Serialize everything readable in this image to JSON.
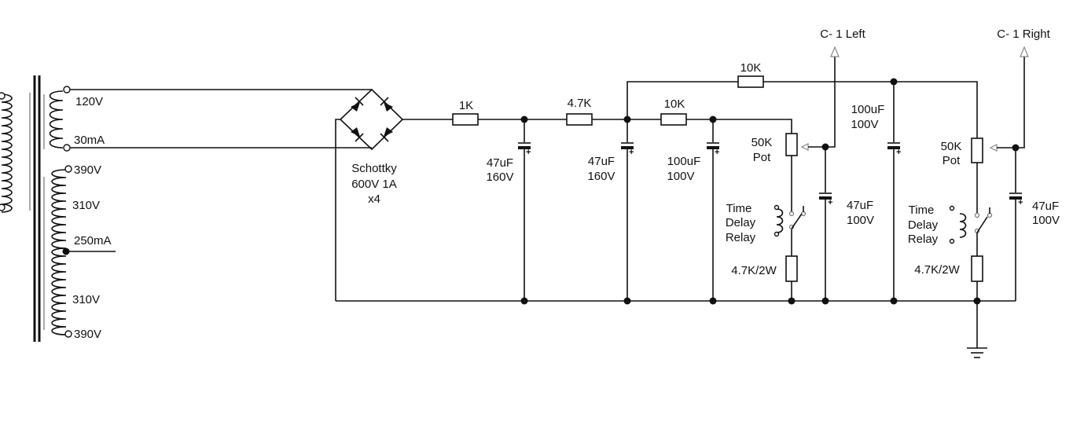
{
  "transformer": {
    "secondary_top": {
      "voltage": "120V",
      "current": "30mA"
    },
    "secondary_main": {
      "tap1": "390V",
      "tap2": "310V",
      "center": "250mA",
      "tap3": "310V",
      "tap4": "390V"
    }
  },
  "rectifier": {
    "line1": "Schottky",
    "line2": "600V 1A",
    "line3": "x4"
  },
  "resistors": {
    "r1": "1K",
    "r2": "4.7K",
    "r3": "10K",
    "r4": "10K"
  },
  "capacitors": {
    "c1": {
      "value": "47uF",
      "voltage": "160V"
    },
    "c2": {
      "value": "47uF",
      "voltage": "160V"
    },
    "c3": {
      "value": "100uF",
      "voltage": "100V"
    },
    "c4": {
      "value": "47uF",
      "voltage": "100V"
    },
    "c5": {
      "value": "100uF",
      "voltage": "100V"
    },
    "c6": {
      "value": "47uF",
      "voltage": "100V"
    }
  },
  "pots": {
    "left": {
      "line1": "50K",
      "line2": "Pot"
    },
    "right": {
      "line1": "50K",
      "line2": "Pot"
    }
  },
  "relays": {
    "left": {
      "line1": "Time",
      "line2": "Delay",
      "line3": "Relay"
    },
    "right": {
      "line1": "Time",
      "line2": "Delay",
      "line3": "Relay"
    }
  },
  "load_resistors": {
    "left": "4.7K/2W",
    "right": "4.7K/2W"
  },
  "outputs": {
    "left": "C- 1 Left",
    "right": "C- 1 Right"
  },
  "polarity_mark": "+"
}
